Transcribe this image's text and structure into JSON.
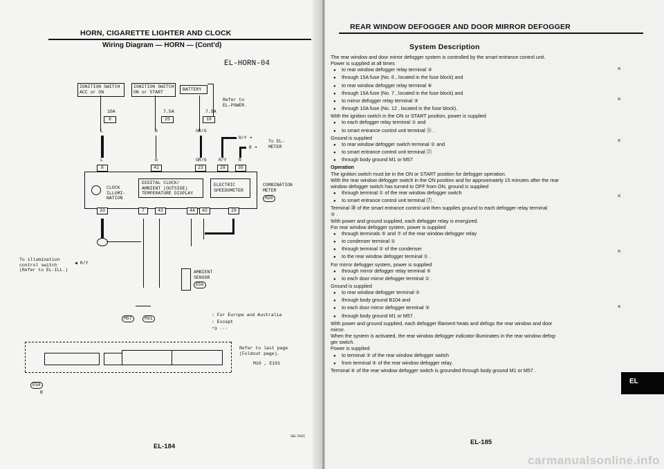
{
  "left": {
    "title": "HORN, CIGARETTE LIGHTER AND CLOCK",
    "subtitle": "Wiring Diagram — HORN — (Cont'd)",
    "diagram_id": "EL-HORN-04",
    "labels": {
      "ign_acc": "IGNITION SWITCH\nACC or ON",
      "ign_start": "IGNITION SWITCH\nON or START",
      "battery": "BATTERY",
      "refer_power": "Refer to\nEL-POWER.",
      "fuse1": "10A",
      "fuse1_no": "8",
      "fuse2": "7.5A",
      "fuse2_no": "25",
      "fuse3": "7.5A",
      "fuse3_no": "19",
      "wire_l": "L",
      "wire_g": "G",
      "wire_org": "OR/G",
      "wire_ry": "R/Y",
      "wire_r": "R",
      "to_meter": "To EL-\nMETER",
      "clock_unit": "DIGITAL CLOCK/\nAMBIENT (OUTSIDE)\nTEMPERATURE DISPLAY",
      "speedometer": "ELECTRIC\nSPEEDOMETER",
      "clock_side": "CLOCK\nILLUMI-\nNATION",
      "combination": "COMBINATION\nMETER",
      "m20": "M20",
      "to_illum": "To illumination\ncontrol switch\n(Refer to EL-ILL.)",
      "ambient": "AMBIENT\nSENSOR",
      "e56": "E56",
      "legend1": ": For Europe and Australia",
      "legend2": ": Except",
      "legend3": "*3 ···",
      "refer_last": "Refer to last page\n(Foldout page).",
      "connector_refs": "M10 , E101",
      "m57": "M57",
      "m31": "M31",
      "pin_41": "41",
      "pin_23": "23",
      "pin_28": "28",
      "pin_35": "35",
      "pin_8": "8",
      "pin_33": "33",
      "pin_7": "7",
      "pin_43": "43",
      "pin_44": "44",
      "pin_42": "42",
      "pin_29": "29",
      "e58": "E58",
      "gnd_b": "B",
      "code": "SEL760I"
    },
    "page_number": "EL-184"
  },
  "right": {
    "title": "REAR WINDOW DEFOGGER AND DOOR MIRROR DEFOGGER",
    "section_title": "System Description",
    "page_number": "EL-185",
    "tab_label": "EL",
    "watermark": "carmanualsonline.info",
    "lines": [
      {
        "t": "The rear window and door mirror defogger system is controlled by the smart entrance control unit.",
        "s": "p"
      },
      {
        "t": "Power is supplied at all times",
        "s": "p"
      },
      {
        "t": "to rear window defogger relay terminal ③",
        "s": "b"
      },
      {
        "t": "through 15A fuse (No. 6 , located in the fuse block) and",
        "s": "b"
      },
      {
        "t": "to rear window defogger relay terminal ⑥",
        "s": "b"
      },
      {
        "t": "through 15A fuse (No. 7 , located in the fuse block) and",
        "s": "b"
      },
      {
        "t": "to mirror defogger relay terminal ③",
        "s": "b"
      },
      {
        "t": "through 10A fuse (No. 12 , located in the fuse block).",
        "s": "b"
      },
      {
        "t": "With the ignition switch in the ON or START position, power is supplied",
        "s": "p"
      },
      {
        "t": "to each defogger relay terminal ① and",
        "s": "b"
      },
      {
        "t": "to smart entrance control unit terminal ⑪ .",
        "s": "b"
      },
      {
        "t": "Ground is supplied",
        "s": "p"
      },
      {
        "t": "to rear window defogger switch terminal ② and",
        "s": "b"
      },
      {
        "t": "to smart entrance control unit terminal ⑺",
        "s": "b"
      },
      {
        "t": "through body ground M1 or M57",
        "s": "b"
      },
      {
        "t": "Operation",
        "s": "h"
      },
      {
        "t": "The ignition switch must be in the ON or START position for defogger operation.",
        "s": "p"
      },
      {
        "t": "With the rear window defogger switch in the ON position and for approximately 15 minutes after the rear",
        "s": "p"
      },
      {
        "t": "window defogger switch has turned to OFF from ON, ground is supplied",
        "s": "p"
      },
      {
        "t": "through terminal ① of the rear window defogger switch",
        "s": "b"
      },
      {
        "t": "to smart entrance control unit terminal ⑺ .",
        "s": "b"
      },
      {
        "t": "Terminal ⑳ of the smart entrance control unit then supplies ground to each defogger relay terminal",
        "s": "p"
      },
      {
        "t": "② .",
        "s": "p"
      },
      {
        "t": "With power and ground supplied, each defogger relay is energized.",
        "s": "p"
      },
      {
        "t": "For rear window defogger system, power is supplied",
        "s": "p"
      },
      {
        "t": "through terminals ⑤ and ⑦ of the rear window defogger relay",
        "s": "b"
      },
      {
        "t": "to condenser terminal ①",
        "s": "b"
      },
      {
        "t": "through terminal ② of the condenser",
        "s": "b"
      },
      {
        "t": "to the rear window defogger terminal ① .",
        "s": "b"
      },
      {
        "t": "For mirror defogger system, power is supplied",
        "s": "p"
      },
      {
        "t": "through mirror defogger relay terminal ⑤",
        "s": "b"
      },
      {
        "t": "to each door mirror defogger terminal ① .",
        "s": "b"
      },
      {
        "t": "Ground is supplied",
        "s": "p"
      },
      {
        "t": "to rear window defogger terminal ②",
        "s": "b"
      },
      {
        "t": "through body ground B104 and",
        "s": "b"
      },
      {
        "t": "to each door mirror defogger terminal ③",
        "s": "b"
      },
      {
        "t": "through body ground M1 or M57 .",
        "s": "b"
      },
      {
        "t": "With power and ground supplied, each defogger filament heats and defogs the rear window and door",
        "s": "p"
      },
      {
        "t": "mirror.",
        "s": "p"
      },
      {
        "t": "When the system is activated, the rear window defogger indicator illuminates in the rear window defog-",
        "s": "p"
      },
      {
        "t": "ger switch.",
        "s": "p"
      },
      {
        "t": "Power is supplied",
        "s": "p"
      },
      {
        "t": "to terminal ③ of the rear window defogger switch",
        "s": "b"
      },
      {
        "t": "from terminal ⑤ of the rear window defogger relay.",
        "s": "b"
      },
      {
        "t": "Terminal ④ of the rear window defogger switch is grounded through body ground M1 or M57 .",
        "s": "p"
      }
    ]
  }
}
